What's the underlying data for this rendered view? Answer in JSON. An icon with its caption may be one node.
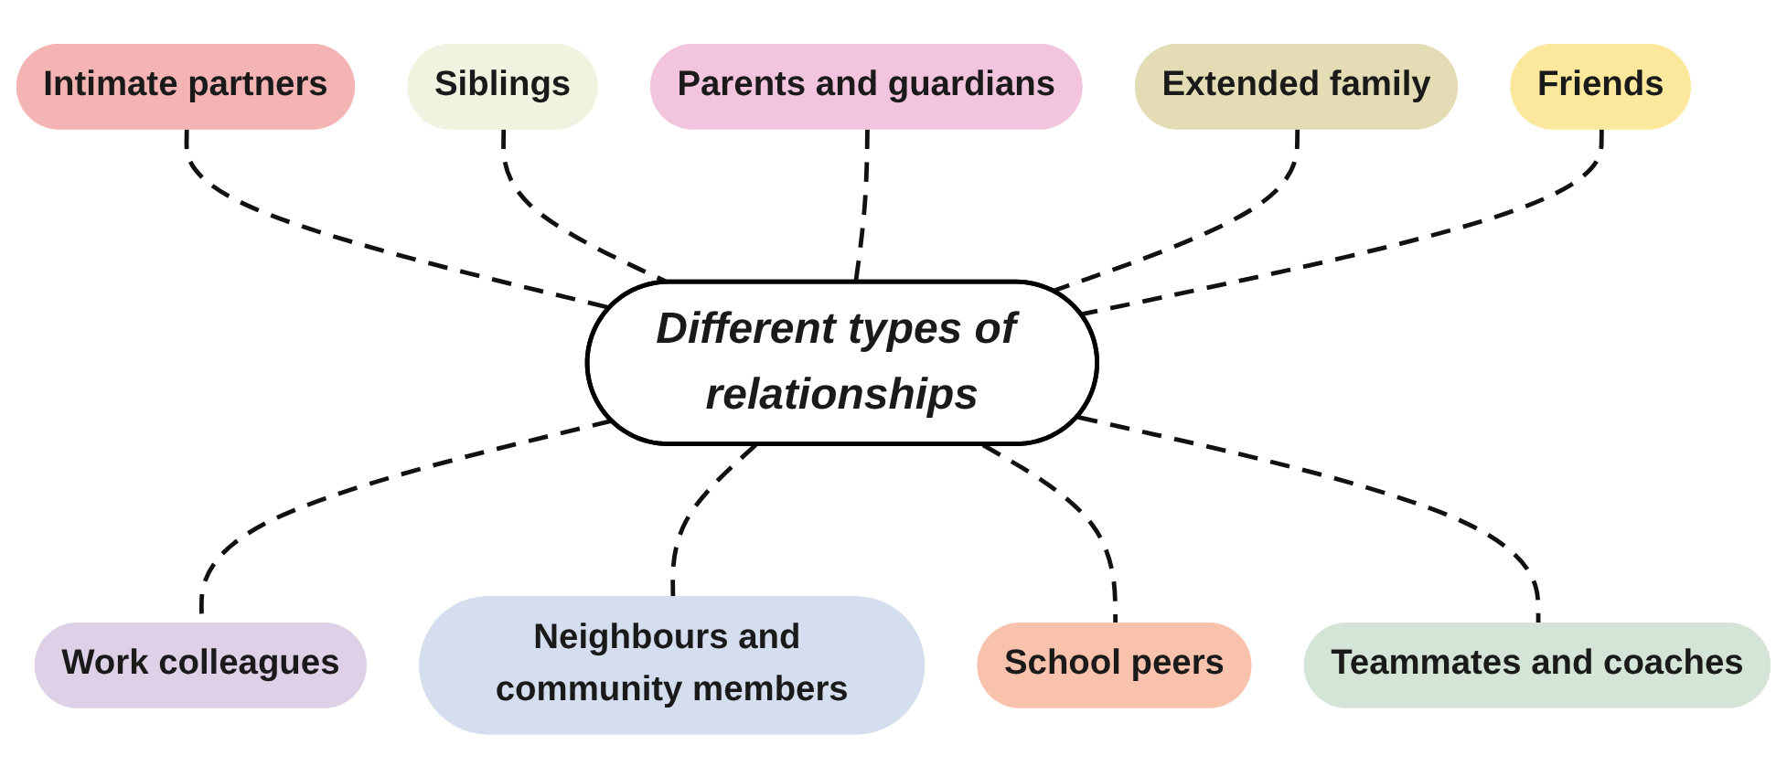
{
  "diagram": {
    "nodes": [
      {
        "text": [
          "Parents and guardians"
        ]
      },
      {
        "text": [
          "Intimate partners"
        ]
      },
      {
        "text": [
          "Extended family"
        ]
      },
      {
        "text": [
          "Siblings"
        ]
      },
      {
        "text": [
          "Different types of relationships"
        ]
      },
      {
        "text": [
          "Friends"
        ]
      },
      {
        "text": [
          "Work colleagues"
        ]
      },
      {
        "text": [
          "Teammates and coaches"
        ]
      },
      {
        "text": [
          "Neighbours and community members"
        ]
      },
      {
        "text": [
          "School peers"
        ]
      }
    ],
    "edges": [
      {
        "from": 1,
        "to": 4,
        "arrow": "none",
        "style": "dashed"
      },
      {
        "from": 3,
        "to": 4,
        "arrow": "none",
        "style": "dashed"
      },
      {
        "from": 0,
        "to": 4,
        "arrow": "none",
        "style": "dashed"
      },
      {
        "from": 2,
        "to": 4,
        "arrow": "none",
        "style": "dashed"
      },
      {
        "from": 5,
        "to": 4,
        "arrow": "none",
        "style": "dashed"
      },
      {
        "from": 4,
        "to": 6,
        "arrow": "none",
        "style": "dashed"
      },
      {
        "from": 4,
        "to": 8,
        "arrow": "none",
        "style": "dashed"
      },
      {
        "from": 4,
        "to": 9,
        "arrow": "none",
        "style": "dashed"
      },
      {
        "from": 4,
        "to": 7,
        "arrow": "none",
        "style": "dashed"
      }
    ]
  }
}
